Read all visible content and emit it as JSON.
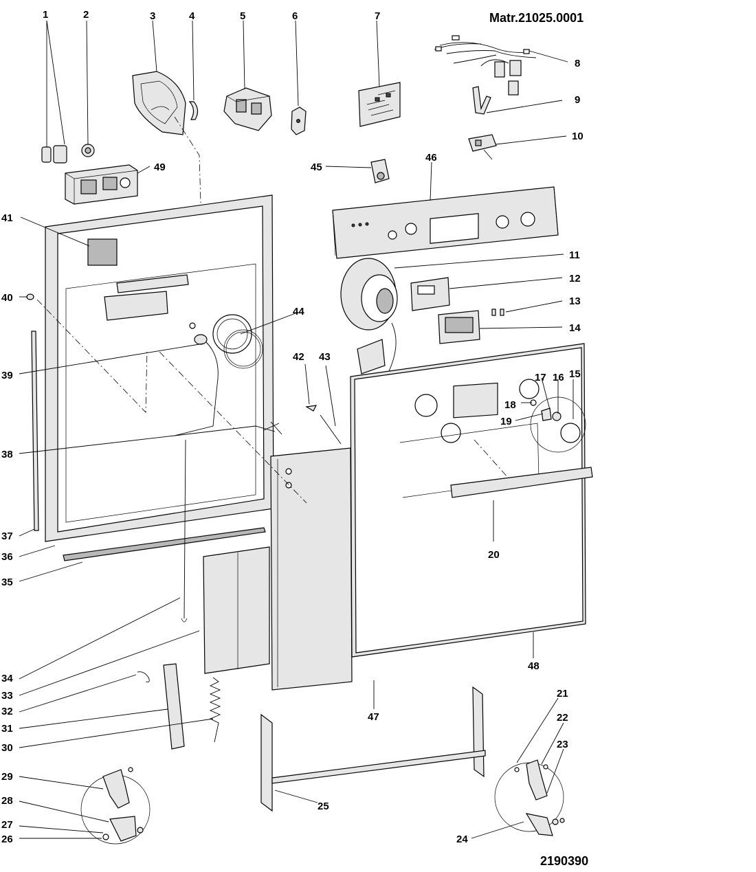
{
  "header": {
    "model_code": "Matr.21025.0001",
    "drawing_number": "2190390"
  },
  "callouts": [
    "1",
    "2",
    "3",
    "4",
    "5",
    "6",
    "7",
    "8",
    "9",
    "10",
    "11",
    "12",
    "13",
    "14",
    "15",
    "16",
    "17",
    "18",
    "19",
    "20",
    "21",
    "22",
    "23",
    "24",
    "25",
    "26",
    "27",
    "28",
    "29",
    "30",
    "31",
    "32",
    "33",
    "34",
    "35",
    "36",
    "37",
    "38",
    "39",
    "40",
    "41",
    "42",
    "43",
    "44",
    "45",
    "46",
    "47",
    "48",
    "49"
  ]
}
